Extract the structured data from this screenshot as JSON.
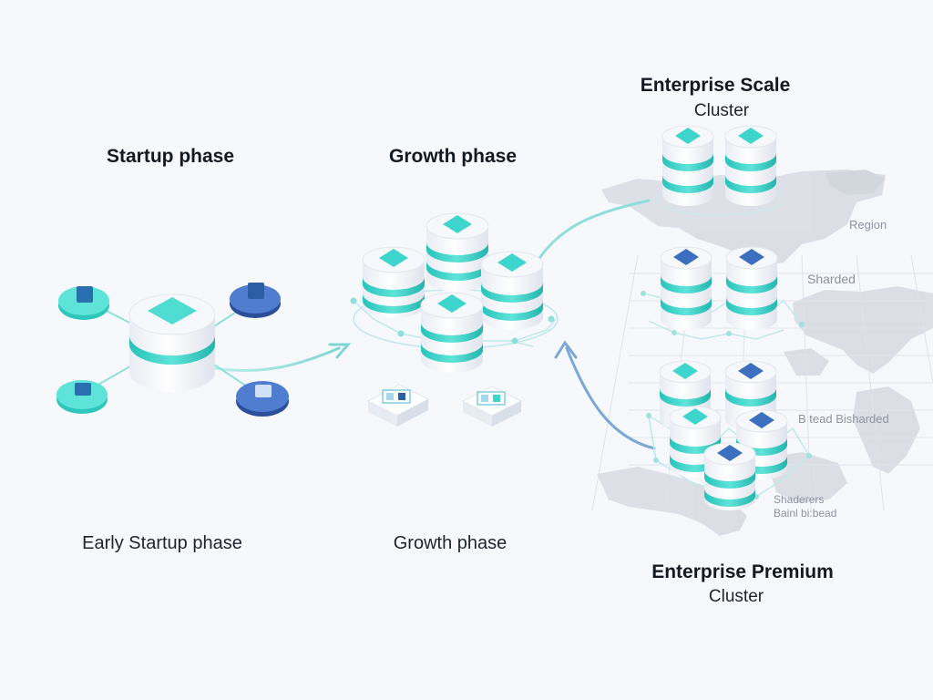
{
  "headings": {
    "startup": "Startup phase",
    "growth": "Growth phase",
    "enterprise_scale": "Enterprise Scale",
    "enterprise_scale_sub": "Cluster",
    "enterprise_premium": "Enterprise Premium",
    "enterprise_premium_sub": "Cluster"
  },
  "captions": {
    "early_startup": "Early Startup phase",
    "growth": "Growth phase"
  },
  "map_labels": {
    "region": "Region",
    "sharded": "Sharded",
    "bad_sharded": "B tead Bisharded",
    "shaderers": "Shaderers",
    "bainl": "Bainl bi:bead"
  },
  "colors": {
    "teal": "#3ed6cc",
    "navy": "#2e4f9a",
    "flow": "#7fd6d6",
    "flow_blue": "#7aa8d6",
    "map": "#d9dde3"
  }
}
